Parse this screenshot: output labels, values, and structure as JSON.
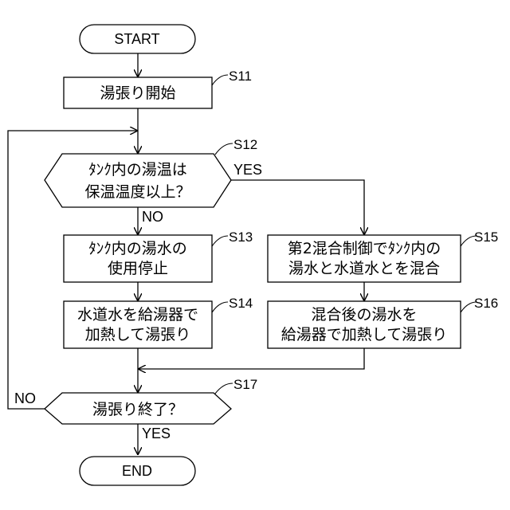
{
  "flowchart": {
    "start": "START",
    "end": "END",
    "s11": {
      "step": "S11",
      "text": "湯張り開始"
    },
    "s12": {
      "step": "S12",
      "line1": "ﾀﾝｸ内の湯温は",
      "line2": "保温温度以上？"
    },
    "s13": {
      "step": "S13",
      "line1": "ﾀﾝｸ内の湯水の",
      "line2": "使用停止"
    },
    "s14": {
      "step": "S14",
      "line1": "水道水を給湯器で",
      "line2": "加熱して湯張り"
    },
    "s15": {
      "step": "S15",
      "line1": "第2混合制御でﾀﾝｸ内の",
      "line2": "湯水と水道水とを混合"
    },
    "s16": {
      "step": "S16",
      "line1": "混合後の湯水を",
      "line2": "給湯器で加熱して湯張り"
    },
    "s17": {
      "step": "S17",
      "text": "湯張り終了？"
    },
    "labels": {
      "yes_s12": "YES",
      "no_s12": "NO",
      "no_s17": "NO",
      "yes_s17": "YES"
    }
  }
}
